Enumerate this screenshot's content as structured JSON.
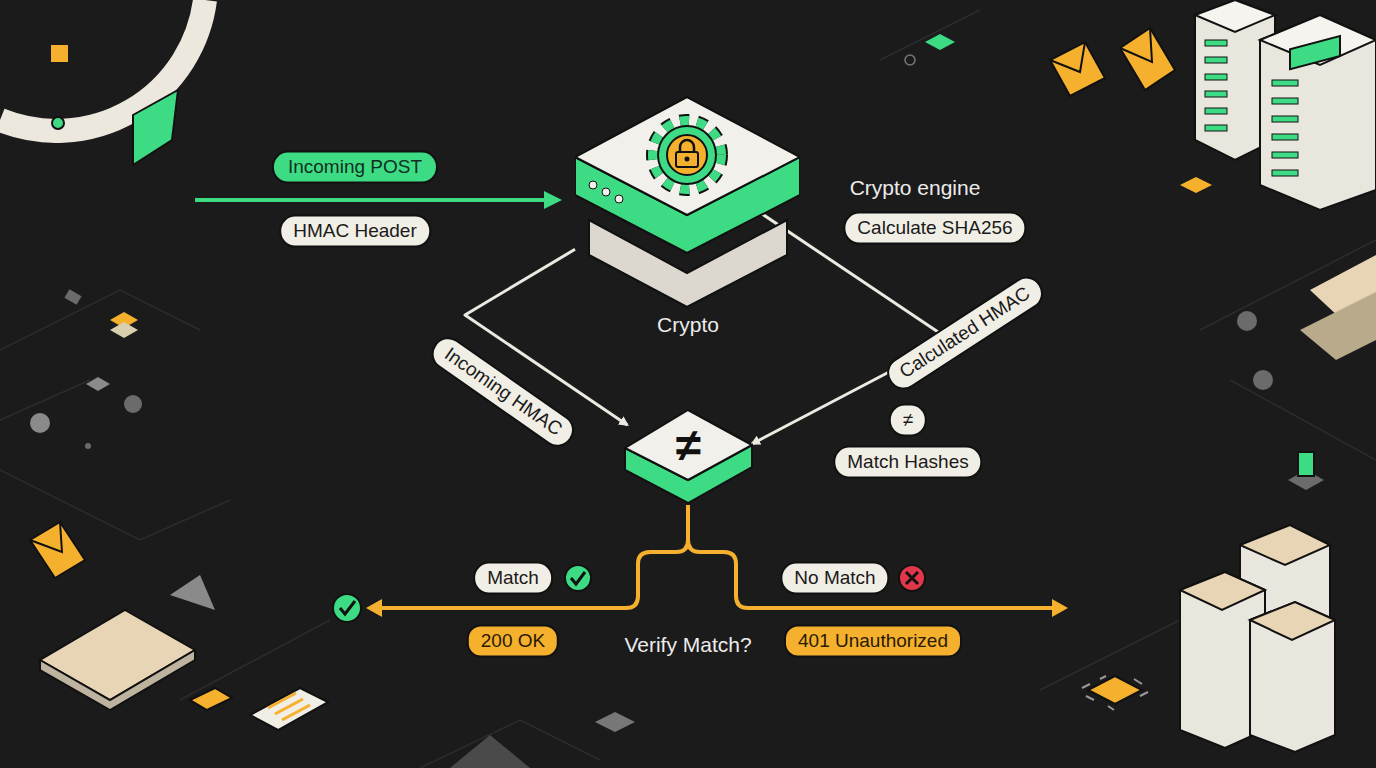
{
  "diagram": {
    "nodes": [
      {
        "text": [
          "Crypto"
        ]
      },
      {
        "text": [
          "≠"
        ]
      }
    ],
    "edges": [
      {
        "from": 0,
        "to": 1,
        "arrow": "to",
        "label": "Incoming HMAC"
      },
      {
        "from": 0,
        "to": 1,
        "arrow": "to",
        "label": "Calculated HMAC"
      }
    ],
    "labels": [
      "Incoming POST",
      "HMAC Header",
      "Crypto engine",
      "Calculate SHA256",
      "≠",
      "Match Hashes",
      "Match",
      "No Match",
      "200 OK",
      "Verify Match?",
      "401 Unauthorized"
    ]
  }
}
